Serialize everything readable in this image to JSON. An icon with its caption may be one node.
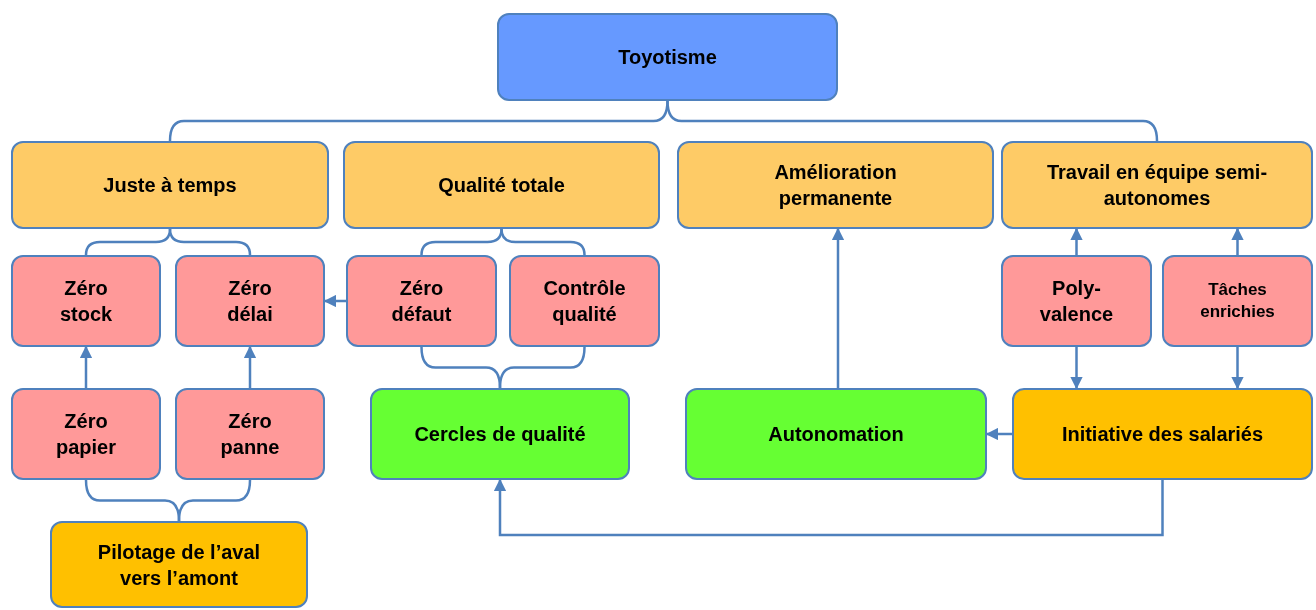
{
  "diagram": {
    "nodes": [
      {
        "text": [
          "Toyotisme"
        ]
      },
      {
        "text": [
          "Juste à temps"
        ]
      },
      {
        "text": [
          "Qualité totale"
        ]
      },
      {
        "text": [
          "Amélioration permanente"
        ]
      },
      {
        "text": [
          "Travail en équipe semi-autonomes"
        ]
      },
      {
        "text": [
          "Zéro stock"
        ]
      },
      {
        "text": [
          "Zéro délai"
        ]
      },
      {
        "text": [
          "Zéro défaut"
        ]
      },
      {
        "text": [
          "Contrôle qualité"
        ]
      },
      {
        "text": [
          "Poly- valence"
        ]
      },
      {
        "text": [
          "Tâches enrichies"
        ]
      },
      {
        "text": [
          "Zéro papier"
        ]
      },
      {
        "text": [
          "Zéro panne"
        ]
      },
      {
        "text": [
          "Cercles de qualité"
        ]
      },
      {
        "text": [
          "Autonomation"
        ]
      },
      {
        "text": [
          "Initiative des salariés"
        ]
      },
      {
        "text": [
          "Pilotage de l’aval vers l’amont"
        ]
      }
    ],
    "edges": [
      {
        "from": 0,
        "to": 1,
        "arrow": "none"
      },
      {
        "from": 0,
        "to": 4,
        "arrow": "none"
      },
      {
        "from": 1,
        "to": 5,
        "arrow": "none"
      },
      {
        "from": 1,
        "to": 6,
        "arrow": "none"
      },
      {
        "from": 2,
        "to": 7,
        "arrow": "none"
      },
      {
        "from": 2,
        "to": 8,
        "arrow": "none"
      },
      {
        "from": 7,
        "to": 6,
        "arrow": "to"
      },
      {
        "from": 11,
        "to": 5,
        "arrow": "to"
      },
      {
        "from": 12,
        "to": 6,
        "arrow": "to"
      },
      {
        "from": 13,
        "to": 7,
        "arrow": "none"
      },
      {
        "from": 13,
        "to": 8,
        "arrow": "none"
      },
      {
        "from": 16,
        "to": 11,
        "arrow": "none"
      },
      {
        "from": 16,
        "to": 12,
        "arrow": "none"
      },
      {
        "from": 14,
        "to": 3,
        "arrow": "to"
      },
      {
        "from": 9,
        "to": 4,
        "arrow": "to"
      },
      {
        "from": 10,
        "to": 4,
        "arrow": "to"
      },
      {
        "from": 9,
        "to": 15,
        "arrow": "to"
      },
      {
        "from": 10,
        "to": 15,
        "arrow": "to"
      },
      {
        "from": 15,
        "to": 14,
        "arrow": "to"
      },
      {
        "from": 15,
        "to": 13,
        "arrow": "to"
      }
    ]
  }
}
